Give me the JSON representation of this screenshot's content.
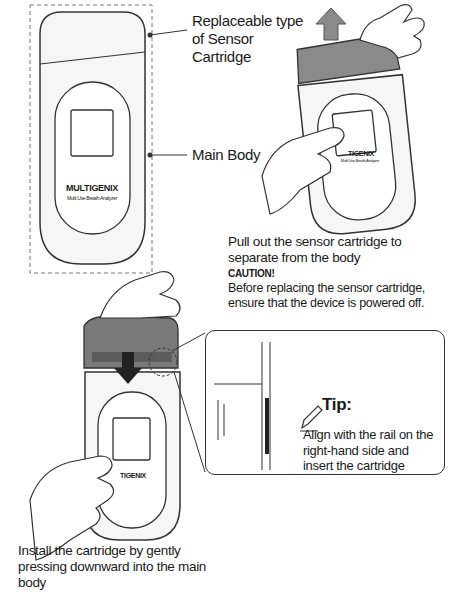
{
  "diagram": {
    "nodes": [
      {
        "text": [
          "Tip:",
          "Align with the rail on the right-hand side and insert the cartridge"
        ]
      }
    ],
    "labels": [
      "Replaceable type of Sensor Cartridge",
      "Main Body",
      "MULTIGENIX",
      "Multi Use Breath Analyzer",
      "TIGENIX",
      "Multi Use Breath Analyzer",
      "Pull out the sensor cartridge to separate from the body",
      "CAUTION!",
      "Before replacing the sensor cartridge, ensure that the device is powered off.",
      "TIGENIX",
      "Install the cartridge by gently pressing downward into the main body"
    ]
  }
}
